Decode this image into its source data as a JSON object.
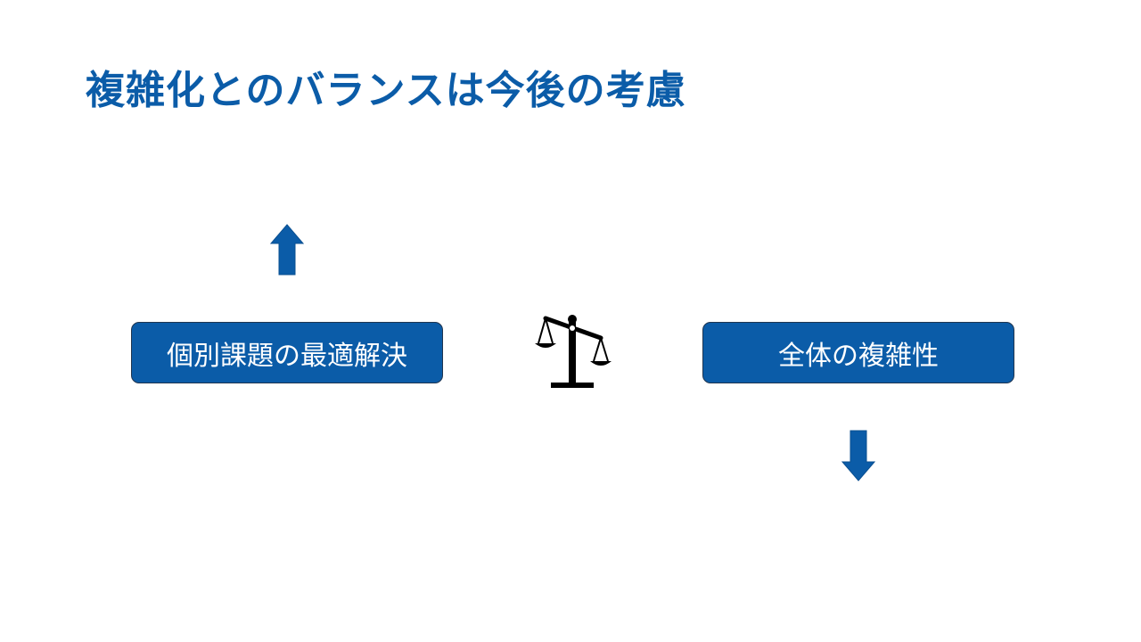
{
  "title": "複雑化とのバランスは今後の考慮",
  "left_box": {
    "label": "個別課題の最適解決",
    "arrow_icon": "arrow-up-icon"
  },
  "right_box": {
    "label": "全体の複雑性",
    "arrow_icon": "arrow-down-icon"
  },
  "center_icon": "balance-scale-icon",
  "colors": {
    "accent": "#0B5CA8",
    "box_border": "#1F3550",
    "box_text": "#FFFFFF",
    "icon": "#000000"
  }
}
